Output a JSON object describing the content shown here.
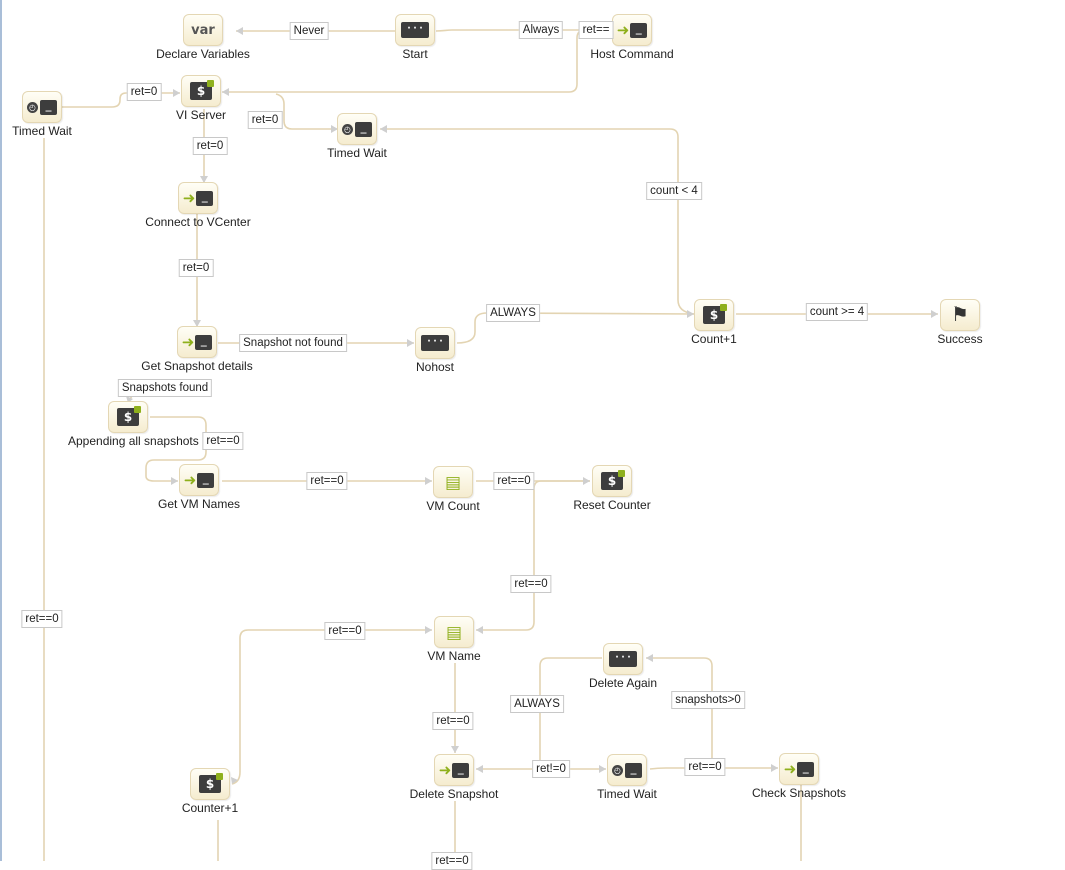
{
  "nodes": {
    "declare": {
      "label": "Declare Variables",
      "icon": "var-icon",
      "glyph": "var"
    },
    "start": {
      "label": "Start",
      "icon": "terminal-icon",
      "glyph": "···"
    },
    "host": {
      "label": "Host Command",
      "icon": "host-command-icon",
      "glyph": "_"
    },
    "wait1": {
      "label": "Timed Wait",
      "icon": "timed-wait-icon",
      "glyph": "_"
    },
    "viserver": {
      "label": "VI Server",
      "icon": "script-icon",
      "glyph": "$"
    },
    "wait2": {
      "label": "Timed Wait",
      "icon": "timed-wait-icon",
      "glyph": "_"
    },
    "vcenter": {
      "label": "Connect to VCenter",
      "icon": "host-command-icon",
      "glyph": "_"
    },
    "snapdetails": {
      "label": "Get Snapshot details",
      "icon": "host-command-icon",
      "glyph": "_"
    },
    "nohost": {
      "label": "Nohost",
      "icon": "terminal-icon",
      "glyph": "···"
    },
    "count1": {
      "label": "Count+1",
      "icon": "script-icon",
      "glyph": "$"
    },
    "success": {
      "label": "Success",
      "icon": "checkered-flag-icon",
      "glyph": "⚑"
    },
    "append": {
      "label": "Appending all snapshots",
      "icon": "script-icon",
      "glyph": "$"
    },
    "vmnames": {
      "label": "Get VM Names",
      "icon": "host-command-icon",
      "glyph": "_"
    },
    "vmcount": {
      "label": "VM Count",
      "icon": "condition-icon",
      "glyph": "▤"
    },
    "reset": {
      "label": "Reset Counter",
      "icon": "script-icon",
      "glyph": "$"
    },
    "vmname": {
      "label": "VM Name",
      "icon": "condition-icon",
      "glyph": "▤"
    },
    "deleteagain": {
      "label": "Delete Again",
      "icon": "terminal-icon",
      "glyph": "···"
    },
    "counter1": {
      "label": "Counter+1",
      "icon": "script-icon",
      "glyph": "$"
    },
    "deletesnap": {
      "label": "Delete Snapshot",
      "icon": "host-command-icon",
      "glyph": "_"
    },
    "wait3": {
      "label": "Timed Wait",
      "icon": "timed-wait-icon",
      "glyph": "_"
    },
    "checksnap": {
      "label": "Check Snapshots",
      "icon": "host-command-icon",
      "glyph": "_"
    }
  },
  "wire_labels": {
    "never": "Never",
    "always_top": "Always",
    "ret_host": "ret==",
    "ret0_a": "ret=0",
    "ret0_b": "ret=0",
    "ret0_c": "ret=0",
    "ret0_d": "ret=0",
    "count_lt": "count < 4",
    "count_ge": "count >= 4",
    "snap_not_found": "Snapshot not found",
    "always_nohost": "ALWAYS",
    "snapshots_found": "Snapshots found",
    "reteq_append": "ret==0",
    "reteq_vmnames": "ret==0",
    "reteq_vmcount": "ret==0",
    "reteq_reset": "ret==0",
    "reteq_counter": "ret==0",
    "reteq_left": "ret==0",
    "reteq_vmname": "ret==0",
    "always_delete": "ALWAYS",
    "snapshots_gt": "snapshots>0",
    "retne_delete": "ret!=0",
    "reteq_wait3": "ret==0",
    "reteq_bottom": "ret==0"
  }
}
